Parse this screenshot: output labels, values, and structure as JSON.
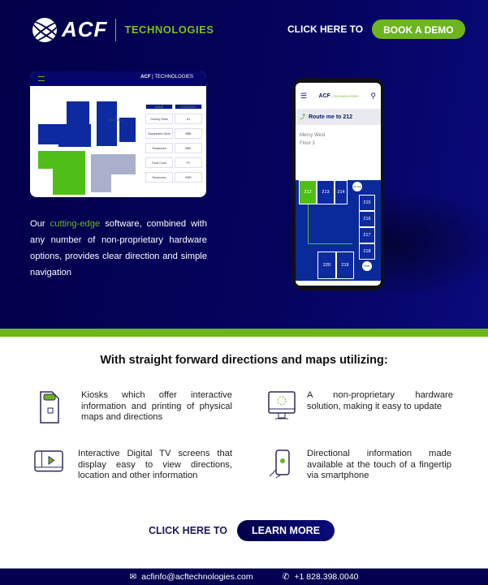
{
  "header": {
    "logo_text": "ACF",
    "logo_subtext": "TECHNOLOGIES",
    "cta_prefix": "CLICK HERE TO",
    "cta_button": "BOOK A DEMO"
  },
  "kiosk_screen": {
    "table_headers": [
      "NAME",
      "LOCATION"
    ],
    "rows": [
      [
        "Grocery Store",
        "A1"
      ],
      [
        "Department Store",
        "BBB"
      ],
      [
        "Restaurant",
        "BBC"
      ],
      [
        "Food Court",
        "FC"
      ],
      [
        "Restrooms",
        "RDR"
      ]
    ],
    "food_court_label": "Food Court"
  },
  "description": {
    "before": "Our ",
    "highlight": "cutting-edge",
    "after": " software, combined with any number of non-proprietary hardware options, provides clear direction and simple navigation"
  },
  "phone_screen": {
    "route_label": "Route me to 212",
    "building": "Mercy West",
    "floor": "Floor 3",
    "rooms": [
      "212",
      "213",
      "214",
      "215",
      "216",
      "217",
      "218",
      "219",
      "220"
    ],
    "badge_top": "Up Only",
    "badge_bottom": "Exit"
  },
  "features": {
    "heading": "With straight forward directions and maps utilizing:",
    "items": [
      {
        "icon": "kiosk-icon",
        "text": "Kiosks which offer interactive information and printing of physical maps and directions"
      },
      {
        "icon": "monitor-icon",
        "text": "A non-proprietary hardware solution, making it easy to update"
      },
      {
        "icon": "tv-screen-icon",
        "text": "Interactive Digital TV screens that display easy to view directions, location and other information"
      },
      {
        "icon": "smartphone-hand-icon",
        "text": "Directional information made available at the touch of a fingertip via smartphone"
      }
    ]
  },
  "bottom_cta": {
    "prefix": "CLICK HERE TO",
    "button": "LEARN MORE"
  },
  "footer": {
    "email": "acfinfo@acftechnologies.com",
    "phone": "+1 828.398.0040"
  },
  "colors": {
    "navy": "#04004f",
    "green": "#6cb51e"
  }
}
